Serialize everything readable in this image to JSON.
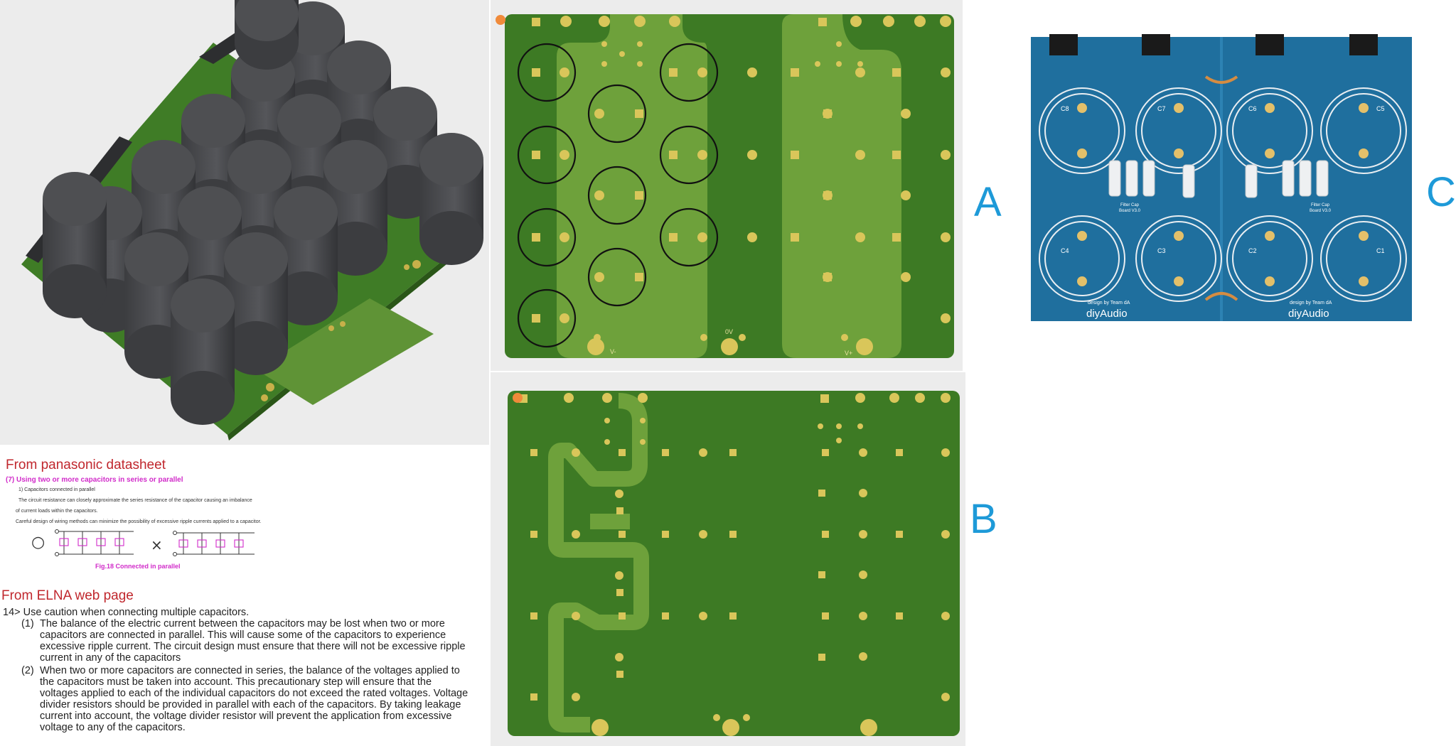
{
  "labels": {
    "panel_a": "A",
    "panel_b": "B",
    "panel_c": "C"
  },
  "pcb_a": {
    "net_v_minus": "V-",
    "net_0v": "0V",
    "net_v_plus": "V+"
  },
  "photo_c": {
    "silkscreen": {
      "capacitors": [
        "C8",
        "C7",
        "C6",
        "C5",
        "C4",
        "C3",
        "C2",
        "C1"
      ],
      "board_name": [
        "Filter Cap",
        "Board V3.0"
      ],
      "credit": "design by Team dA",
      "brand": "diyAudio"
    }
  },
  "panasonic": {
    "heading": "From panasonic datasheet",
    "subheading": "(7) Using two or more capacitors in series or parallel",
    "lines": [
      "1) Capacitors connected in parallel",
      "The circuit resistance can closely approximate the series resistance of the capacitor causing an imbalance",
      "of current loads within the capacitors.",
      "Careful design of wiring methods can minimize the possibility of excessive ripple currents applied to a capacitor."
    ],
    "good_symbol": "○",
    "bad_symbol": "×",
    "figure_caption": "Fig.18 Connected in parallel"
  },
  "elna": {
    "heading": "From ELNA web page",
    "intro": "14> Use caution when connecting multiple capacitors.",
    "item1_number": "(1)",
    "item1_lines": [
      "The balance of the electric current between the capacitors may be lost when two or more",
      "capacitors are connected in parallel. This will cause some of the capacitors to experience",
      "excessive ripple current. The circuit design must ensure that there will not be excessive ripple",
      "current in any of the capacitors"
    ],
    "item2_number": "(2)",
    "item2_lines": [
      "When two or more capacitors are connected in series, the balance of the voltages applied to",
      "the capacitors must be taken into account. This precautionary step will ensure that the",
      "voltages applied to each of the individual capacitors do not exceed the rated voltages. Voltage",
      "divider resistors should be provided in parallel with each of the capacitors. By taking leakage",
      "current into account, the voltage divider resistor will prevent the application from excessive",
      "voltage to any of the capacitors."
    ]
  },
  "colors": {
    "pcb_green": "#3d7a24",
    "pcb_light_green": "#6ea13b",
    "pad_gold": "#d9c65a",
    "capacitor_dark": "#4a4b4e",
    "photo_blue": "#1f6f9e",
    "accent_blue": "#1e9ad8",
    "heading_red": "#c0272d",
    "magenta": "#d12bc9"
  }
}
